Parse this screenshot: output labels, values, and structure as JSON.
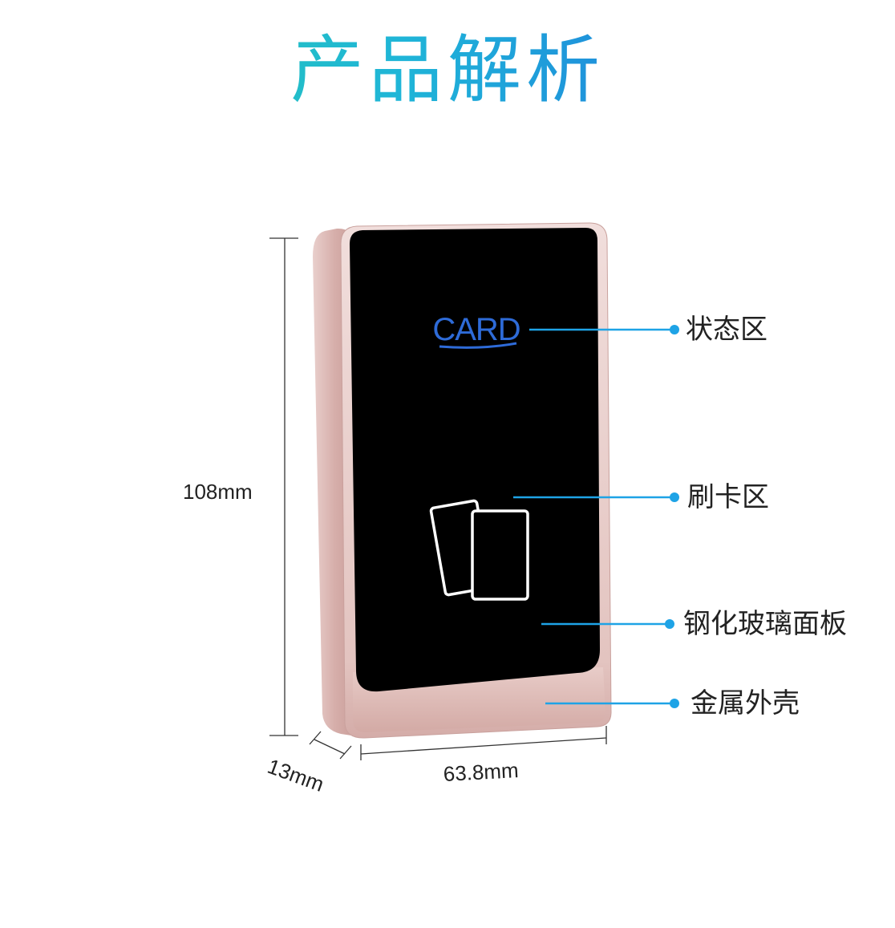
{
  "title": "产品解析",
  "device": {
    "indicator_text": "CARD"
  },
  "callouts": [
    {
      "label": "状态区"
    },
    {
      "label": "刷卡区"
    },
    {
      "label": "钢化玻璃面板"
    },
    {
      "label": "金属外壳"
    }
  ],
  "dimensions": {
    "height": "108mm",
    "width": "63.8mm",
    "depth": "13mm"
  },
  "colors": {
    "title_gradient_start": "#2ad3a3",
    "title_gradient_end": "#1f5fe0",
    "indicator_blue": "#2e6bd8",
    "callout_line": "#1ea3e6",
    "shell_rose_gold": "#d9b4b0",
    "glass_black": "#000000"
  }
}
